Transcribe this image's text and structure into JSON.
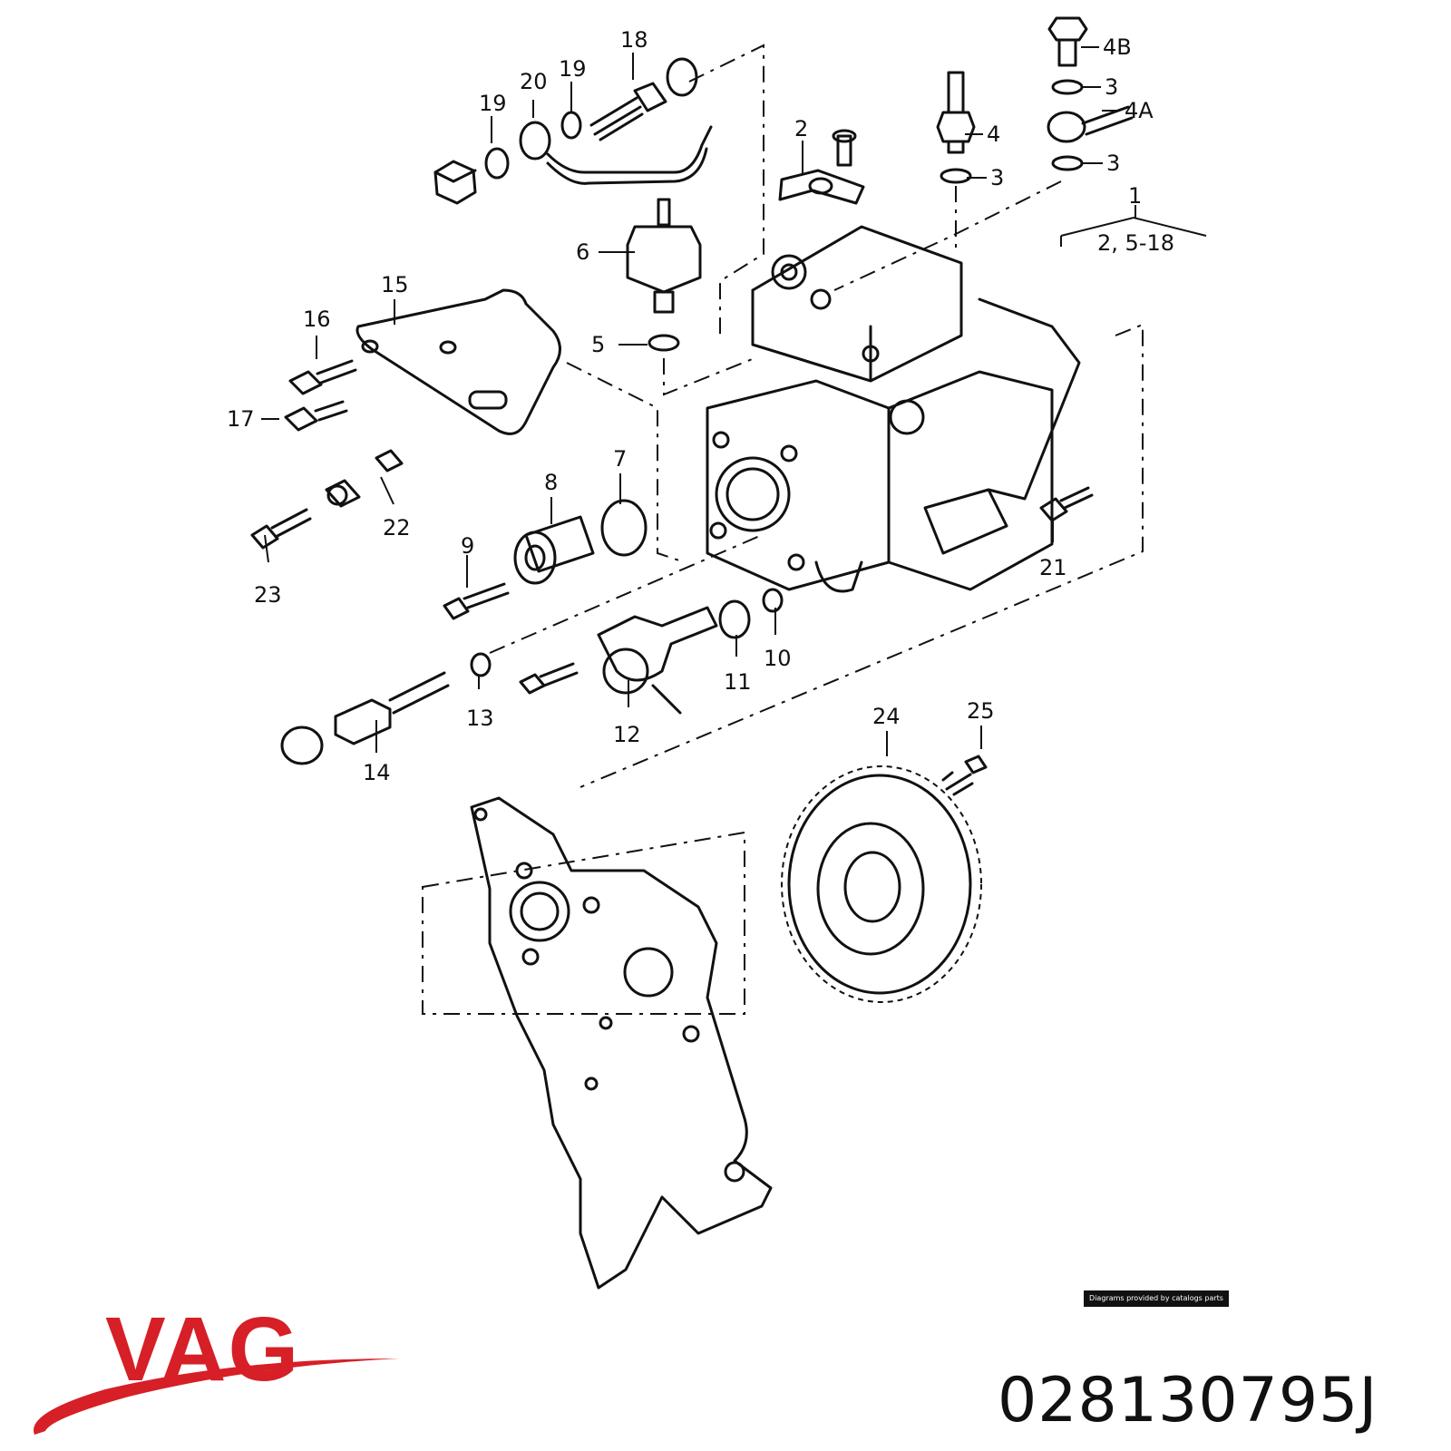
{
  "diagram": {
    "callouts": [
      {
        "id": "c18",
        "text": "18"
      },
      {
        "id": "c19a",
        "text": "19"
      },
      {
        "id": "c20",
        "text": "20"
      },
      {
        "id": "c19b",
        "text": "19"
      },
      {
        "id": "c2",
        "text": "2"
      },
      {
        "id": "c4",
        "text": "4"
      },
      {
        "id": "c3a",
        "text": "3"
      },
      {
        "id": "c4b",
        "text": "4B"
      },
      {
        "id": "c3b",
        "text": "3"
      },
      {
        "id": "c4a",
        "text": "4A"
      },
      {
        "id": "c3c",
        "text": "3"
      },
      {
        "id": "c1",
        "text": "1"
      },
      {
        "id": "c2518",
        "text": "2, 5-18"
      },
      {
        "id": "c6",
        "text": "6"
      },
      {
        "id": "c5",
        "text": "5"
      },
      {
        "id": "c15",
        "text": "15"
      },
      {
        "id": "c16",
        "text": "16"
      },
      {
        "id": "c17",
        "text": "17"
      },
      {
        "id": "c7",
        "text": "7"
      },
      {
        "id": "c8",
        "text": "8"
      },
      {
        "id": "c22",
        "text": "22"
      },
      {
        "id": "c9",
        "text": "9"
      },
      {
        "id": "c23",
        "text": "23"
      },
      {
        "id": "c21",
        "text": "21"
      },
      {
        "id": "c10",
        "text": "10"
      },
      {
        "id": "c11",
        "text": "11"
      },
      {
        "id": "c12",
        "text": "12"
      },
      {
        "id": "c13",
        "text": "13"
      },
      {
        "id": "c14",
        "text": "14"
      },
      {
        "id": "c24",
        "text": "24"
      },
      {
        "id": "c25",
        "text": "25"
      }
    ]
  },
  "credit": "Diagrams provided by catalogs parts",
  "brand": {
    "name": "VAG",
    "color": "#d61f26"
  },
  "part_number": "028130795J"
}
